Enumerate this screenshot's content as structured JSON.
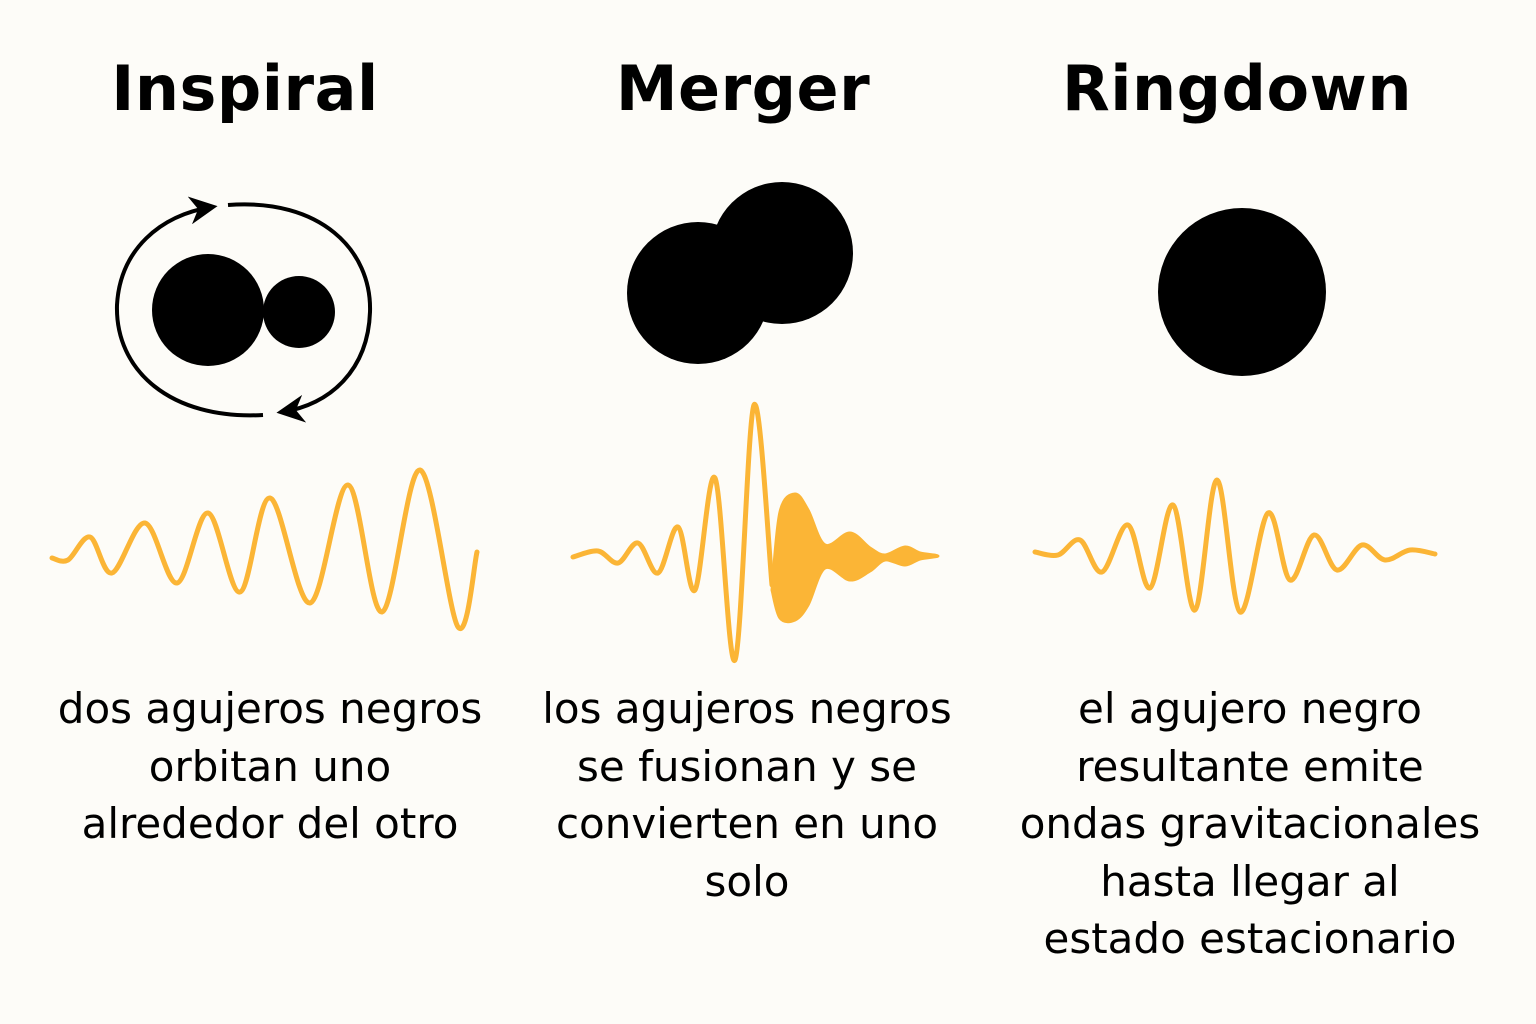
{
  "colors": {
    "wave": "#fbb536",
    "body": "#000000",
    "background": "#fdfcf8"
  },
  "stages": [
    {
      "title": "Inspiral",
      "description": [
        "dos agujeros negros",
        "orbitan uno",
        "alrededor del otro"
      ]
    },
    {
      "title": "Merger",
      "description": [
        "los agujeros negros",
        "se fusionan y se",
        "convierten en uno",
        "solo"
      ]
    },
    {
      "title": "Ringdown",
      "description": [
        "el agujero negro",
        "resultante emite",
        "ondas gravitacionales",
        "hasta llegar al",
        "estado estacionario"
      ]
    }
  ]
}
